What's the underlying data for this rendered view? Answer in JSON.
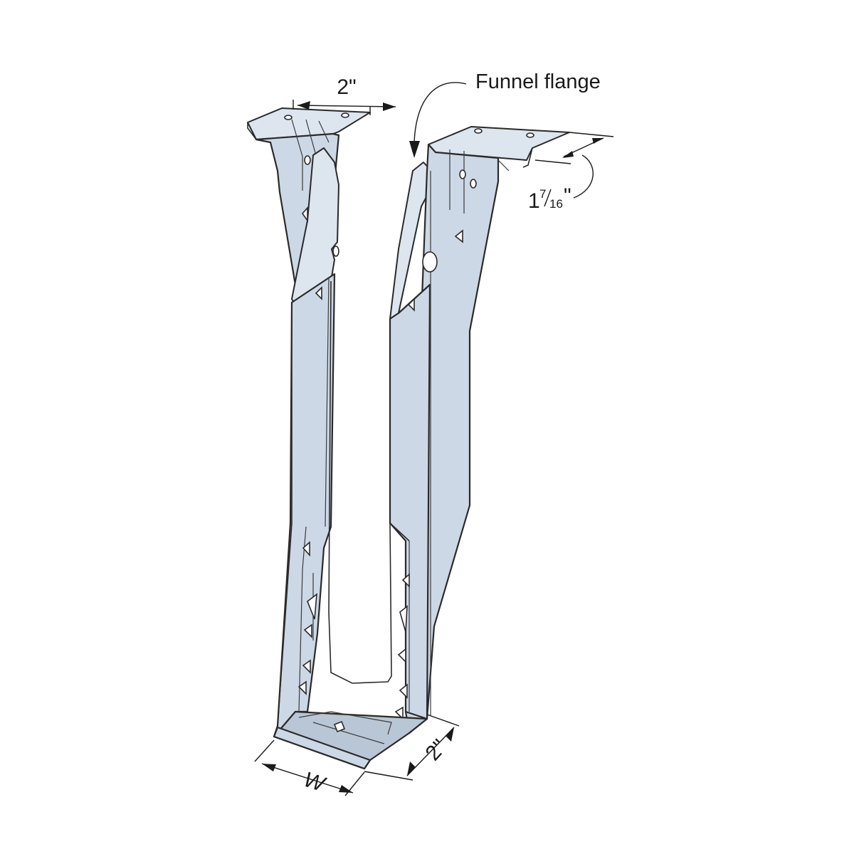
{
  "labels": {
    "top_width": "2\"",
    "funnel_flange": "Funnel flange",
    "flange_depth_whole": "1",
    "flange_depth_frac_num": "7",
    "flange_depth_frac_den": "16",
    "flange_depth_inch": "\"",
    "seat_width": "W",
    "seat_depth": "2\""
  },
  "colors": {
    "steel_face": "#cdd8e6",
    "steel_shadow": "#b9c6d6",
    "outline": "#2a2a2a",
    "background": "#ffffff"
  }
}
